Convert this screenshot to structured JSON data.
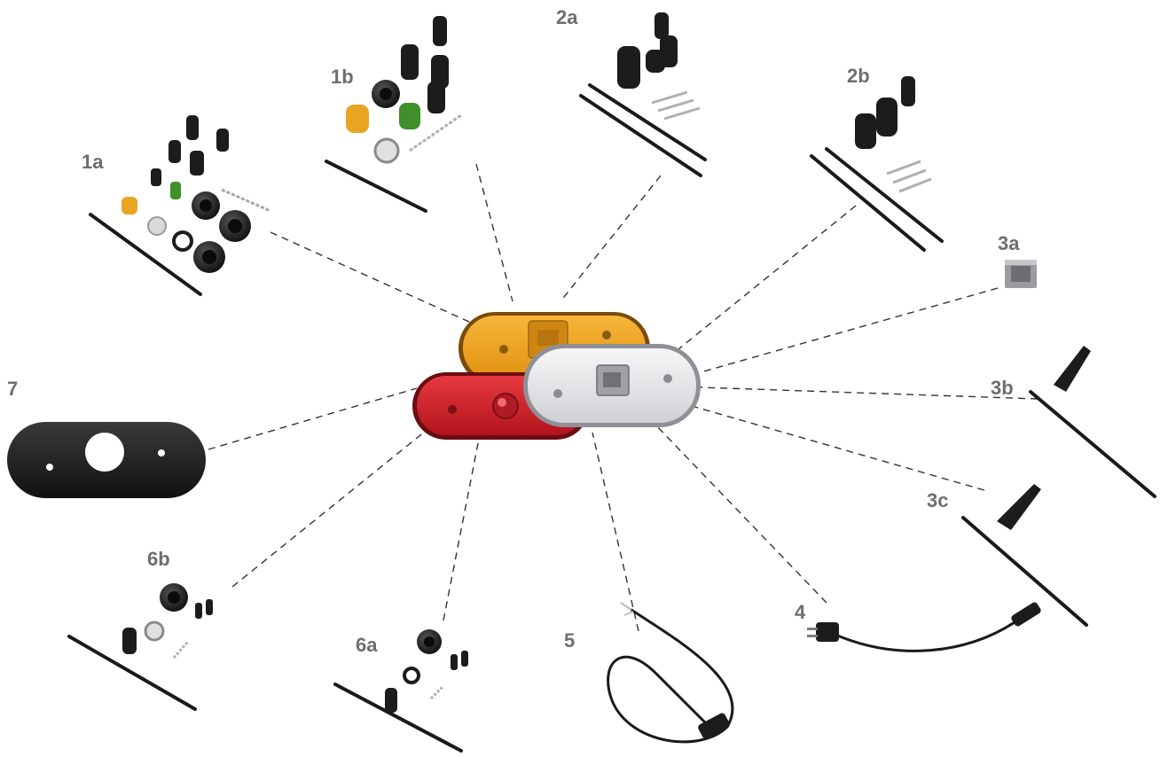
{
  "labels": {
    "k1a": "1a",
    "k1b": "1b",
    "k2a": "2a",
    "k2b": "2b",
    "k3a": "3a",
    "k3b": "3b",
    "k3c": "3c",
    "k4": "4",
    "k5": "5",
    "k6a": "6a",
    "k6b": "6b",
    "k7": "7"
  },
  "colors": {
    "label_gray": "#6d6e71",
    "amber_lamp": "#f2a31b",
    "red_lamp": "#d8202a",
    "clear_lamp": "#e9eaec",
    "rubber_black": "#1c1c1c",
    "green_seal": "#3f8f2a",
    "yellow_seal": "#e8a522"
  },
  "icons": {
    "center_assembly": "marker-lamp-group-icon",
    "gasket": "oval-gasket-icon",
    "cable_plug": "cable-plug-icon",
    "cable_socket": "cable-socket-icon",
    "grommet": "rubber-grommet-icon",
    "cable_tie": "cable-tie-icon",
    "terminal": "crimp-terminal-icon",
    "bracket": "metal-bracket-icon"
  }
}
